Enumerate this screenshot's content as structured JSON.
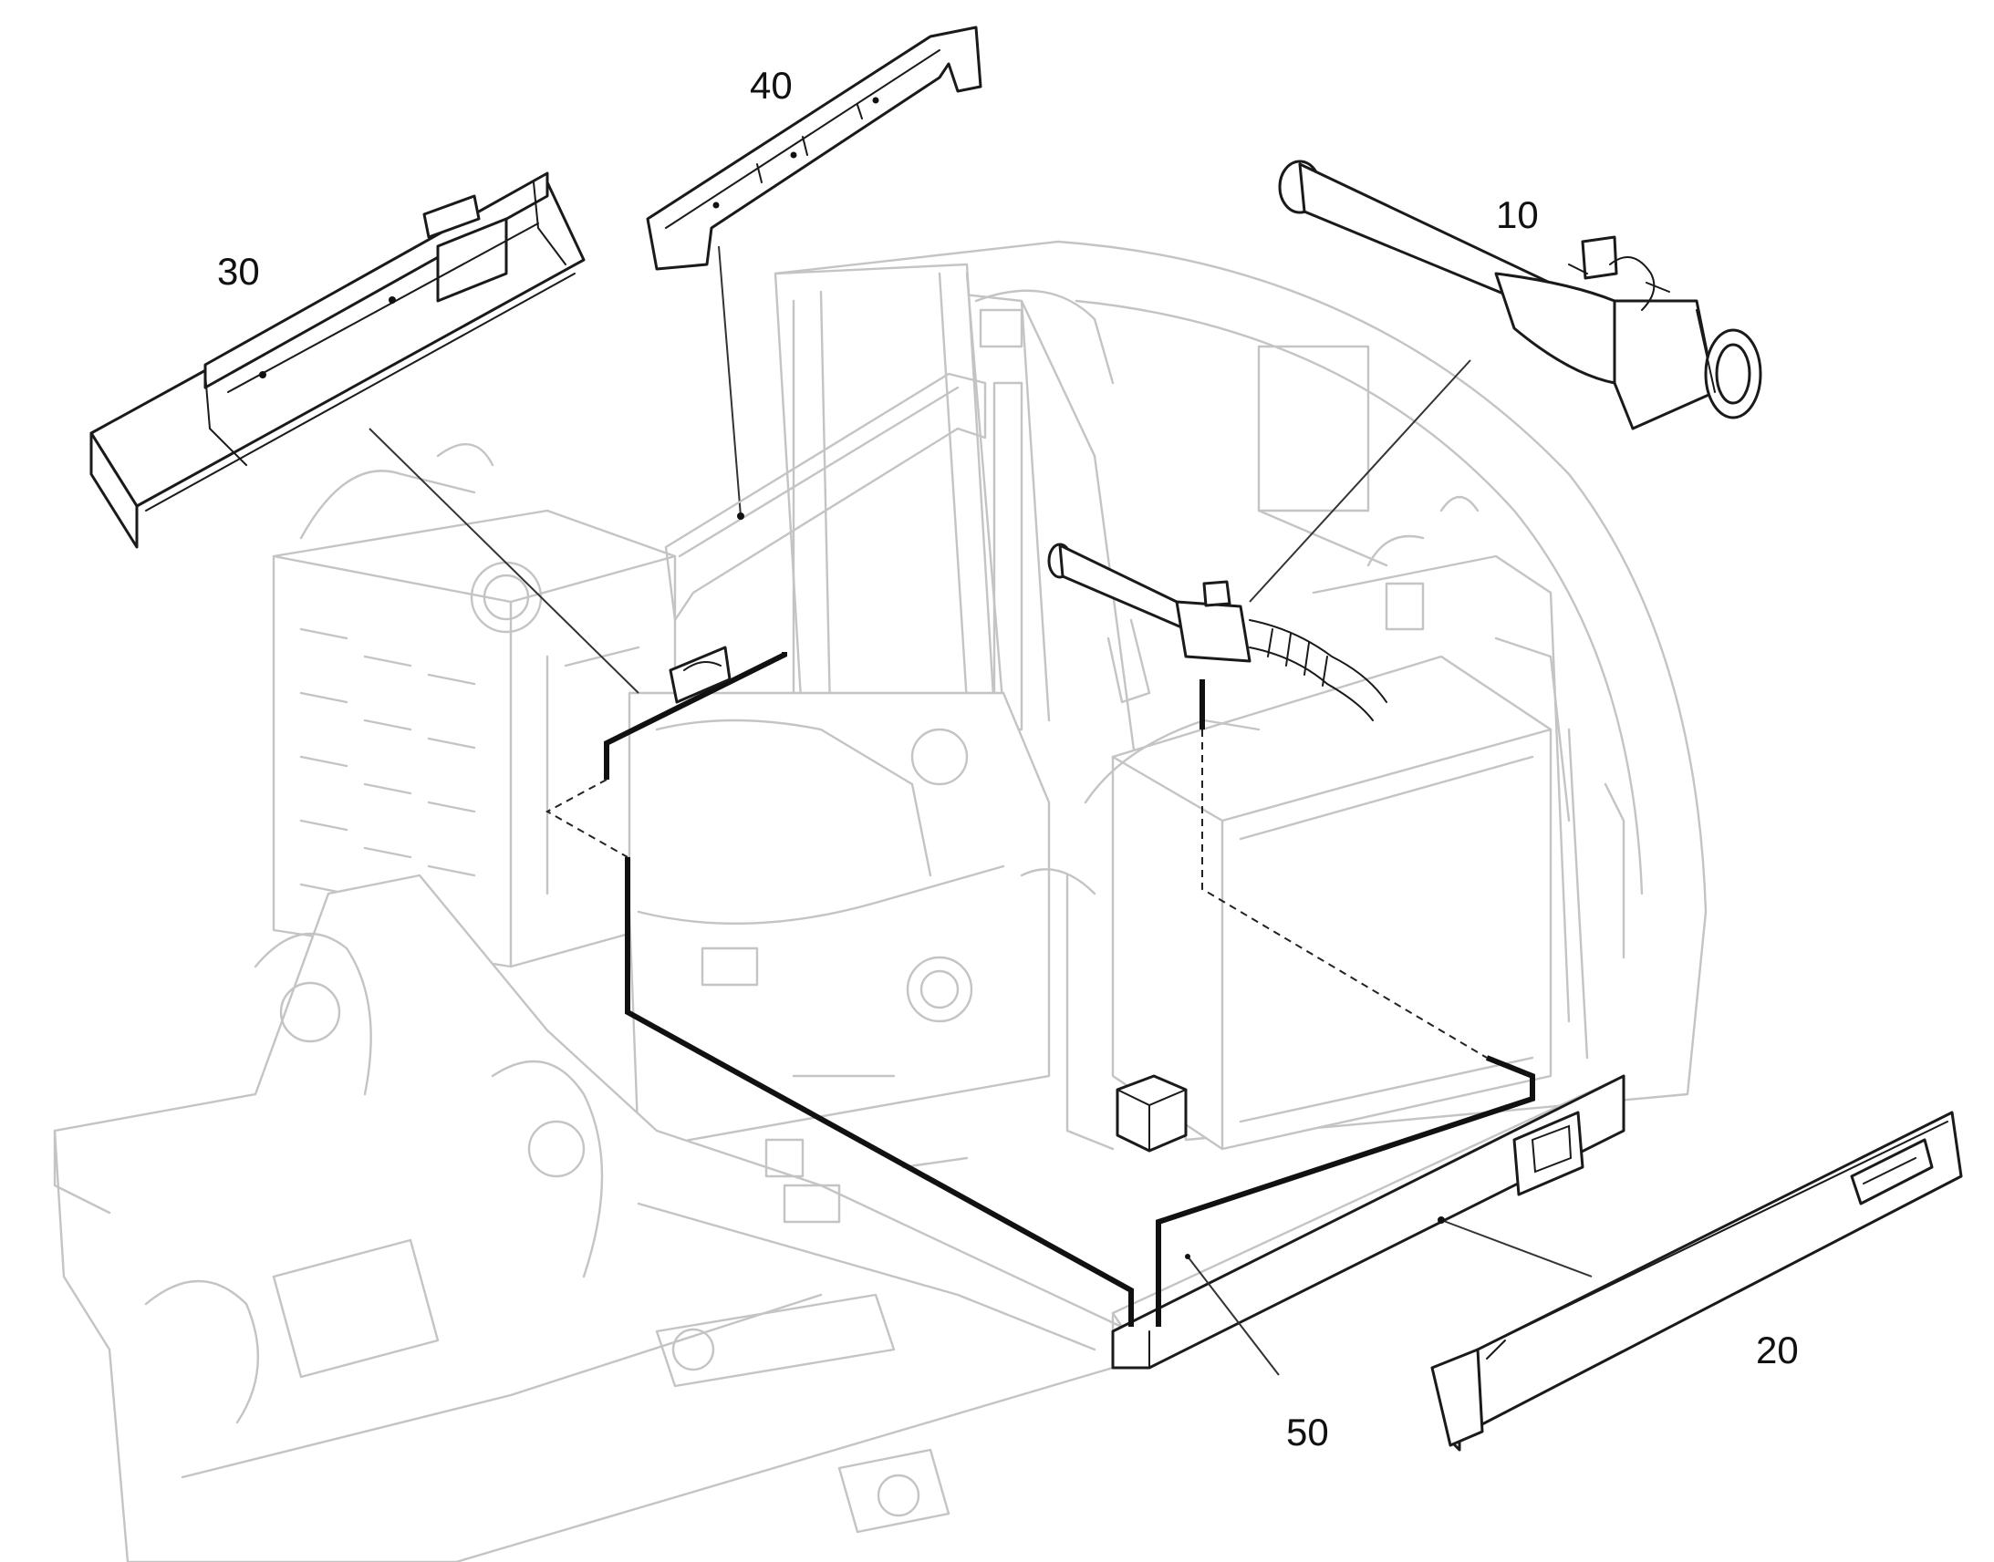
{
  "callouts": {
    "c10": "10",
    "c20": "20",
    "c30": "30",
    "c40": "40",
    "c50": "50"
  },
  "colors": {
    "ghost_outline": "#c4c4c4",
    "part_outline": "#1a1a1a",
    "cable": "#111111",
    "background": "#ffffff"
  }
}
